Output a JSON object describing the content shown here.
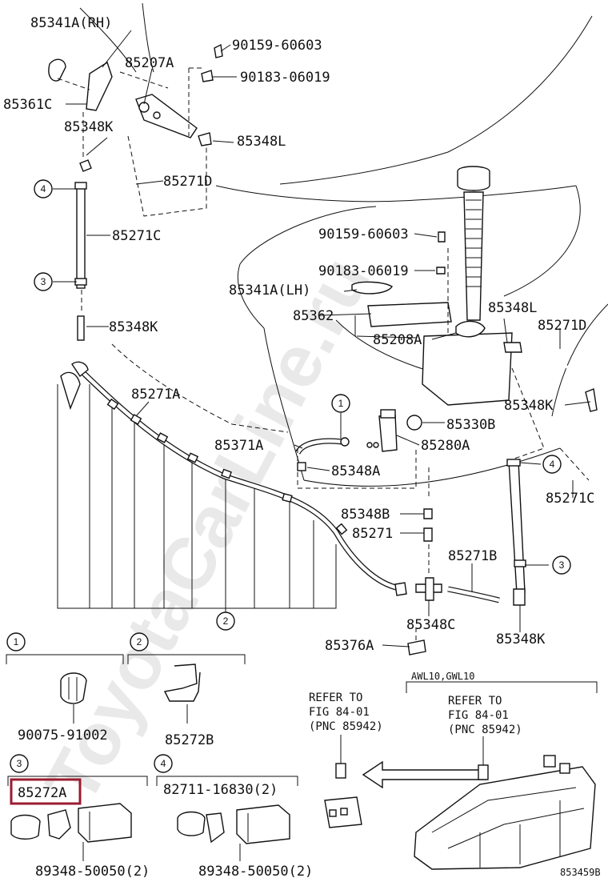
{
  "watermark": "ToyotaCarLine.ru",
  "figure_id": "853459B",
  "parts": {
    "p85341A_RH": "85341A(RH)",
    "p85207A": "85207A",
    "p90159_top": "90159-60603",
    "p90183_top": "90183-06019",
    "p85361C": "85361C",
    "p85348K_top": "85348K",
    "p85348L_top": "85348L",
    "p85271D_top": "85271D",
    "p85271C_left": "85271C",
    "p90159_mid": "90159-60603",
    "p90183_mid": "90183-06019",
    "p85341A_LH": "85341A(LH)",
    "p85362": "85362",
    "p85348L_right": "85348L",
    "p85271D_right": "85271D",
    "p85208A": "85208A",
    "p85348K_left": "85348K",
    "p85271A": "85271A",
    "p85348K_right": "85348K",
    "p85330B": "85330B",
    "p85371A": "85371A",
    "p85280A": "85280A",
    "p85348A": "85348A",
    "p85271C_right": "85271C",
    "p85348B": "85348B",
    "p85271": "85271",
    "p85271B": "85271B",
    "p85348C": "85348C",
    "p85376A": "85376A",
    "p85348K_bottom": "85348K"
  },
  "callouts": {
    "c1": "1",
    "c2": "2",
    "c3": "3",
    "c4": "4"
  },
  "details": {
    "d1_label": "1",
    "d1_part": "90075-91002",
    "d2_label": "2",
    "d2_part": "85272B",
    "d3_label": "3",
    "d3_part_a": "85272A",
    "d3_part_b": "89348-50050(2)",
    "d4_label": "4",
    "d4_part_a": "82711-16830(2)",
    "d4_part_b": "89348-50050(2)"
  },
  "refer": {
    "left_line1": "REFER TO",
    "left_line2": "FIG 84-01",
    "left_line3": "(PNC 85942)",
    "right_line1": "REFER TO",
    "right_line2": "FIG 84-01",
    "right_line3": "(PNC 85942)",
    "model_code": "AWL10,GWL10"
  },
  "highlight_part": "85272A"
}
